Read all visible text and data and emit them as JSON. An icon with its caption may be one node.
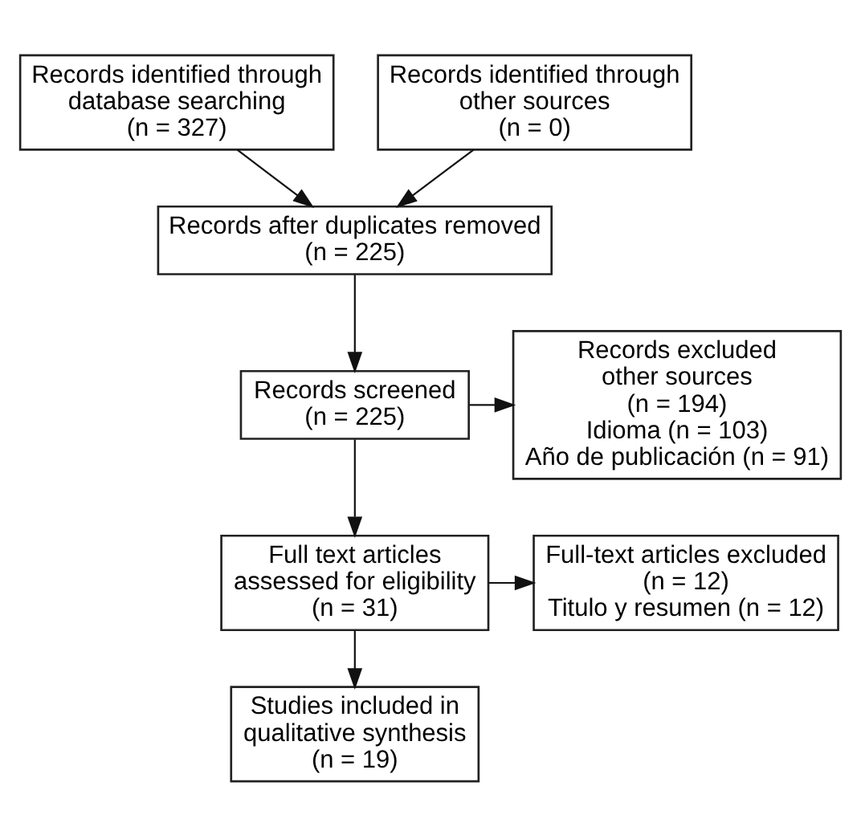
{
  "diagram": {
    "nodes": [
      {
        "text": [
          "Records identified through database searching",
          "(n = 327)"
        ]
      },
      {
        "text": [
          "Records identified through other sources",
          "(n = 0)"
        ]
      },
      {
        "text": [
          "Records after duplicates removed",
          "(n = 225)"
        ]
      },
      {
        "text": [
          "Records screened",
          "(n = 225)"
        ]
      },
      {
        "text": [
          "Records excluded other sources",
          "(n = 194)",
          "Idioma (n = 103)",
          "Año de publicación (n = 91)"
        ]
      },
      {
        "text": [
          "Full text articles assessed for eligibility",
          "(n = 31)"
        ]
      },
      {
        "text": [
          "Full-text articles excluded",
          "(n = 12)",
          "Titulo y resumen (n = 12)"
        ]
      },
      {
        "text": [
          "Studies included in qualitative synthesis",
          "(n = 19)"
        ]
      }
    ],
    "edges": [
      {
        "from": 0,
        "to": 2,
        "arrow": "to"
      },
      {
        "from": 1,
        "to": 2,
        "arrow": "to"
      },
      {
        "from": 2,
        "to": 3,
        "arrow": "to"
      },
      {
        "from": 3,
        "to": 4,
        "arrow": "to"
      },
      {
        "from": 3,
        "to": 5,
        "arrow": "to"
      },
      {
        "from": 5,
        "to": 6,
        "arrow": "to"
      },
      {
        "from": 5,
        "to": 7,
        "arrow": "to"
      }
    ]
  }
}
